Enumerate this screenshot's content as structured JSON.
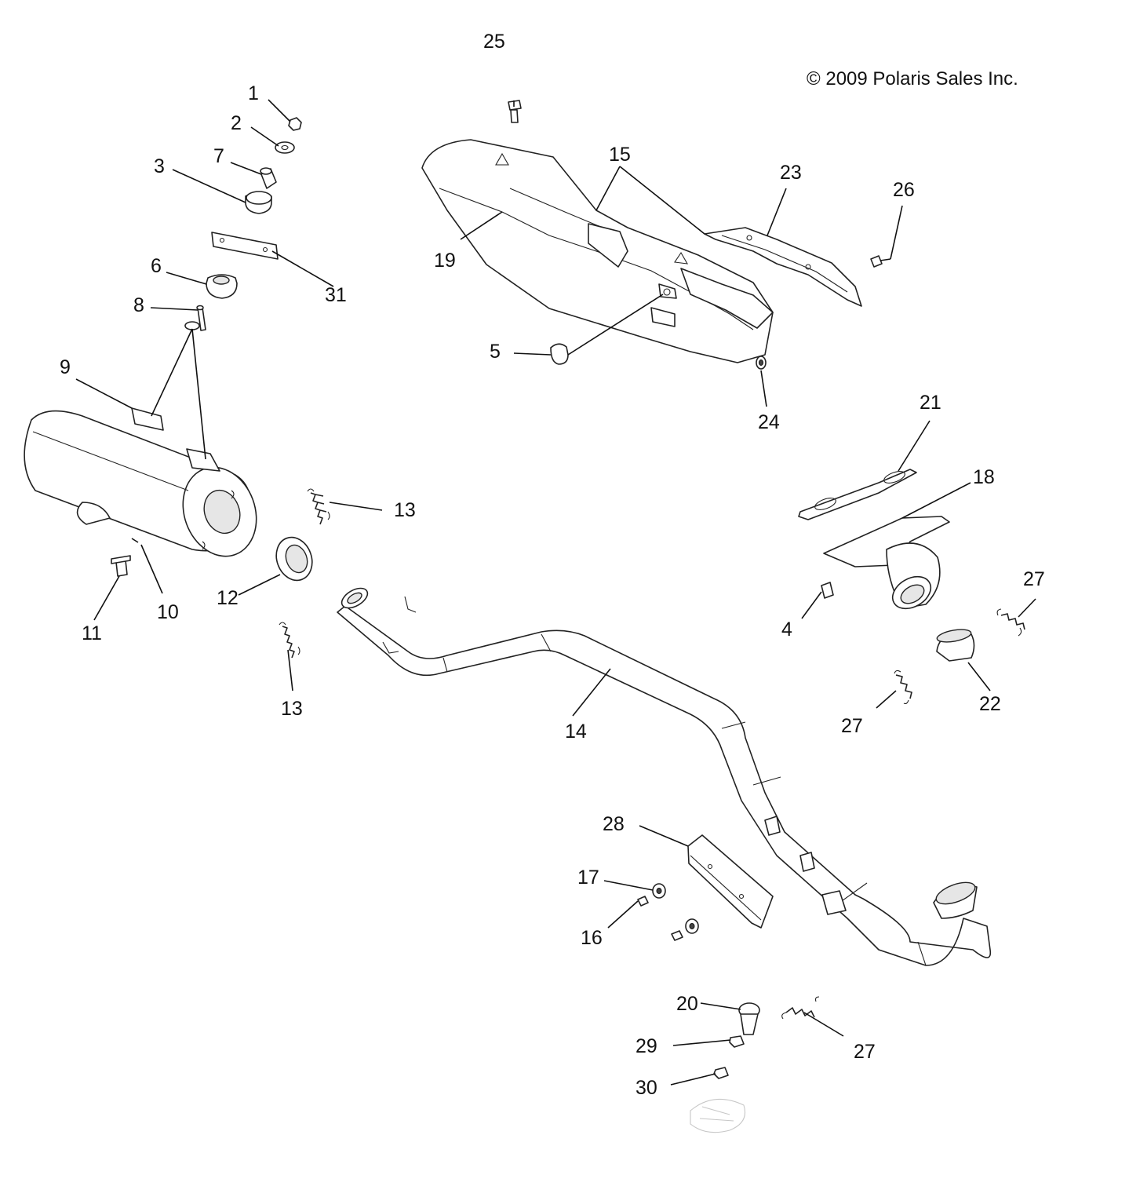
{
  "copyright": "© 2009 Polaris Sales Inc.",
  "callouts": [
    "1",
    "2",
    "3",
    "4",
    "5",
    "6",
    "7",
    "8",
    "9",
    "10",
    "11",
    "12",
    "13",
    "13",
    "14",
    "15",
    "16",
    "17",
    "18",
    "19",
    "20",
    "21",
    "22",
    "23",
    "24",
    "25",
    "26",
    "27",
    "27",
    "27",
    "28",
    "29",
    "30",
    "31"
  ]
}
